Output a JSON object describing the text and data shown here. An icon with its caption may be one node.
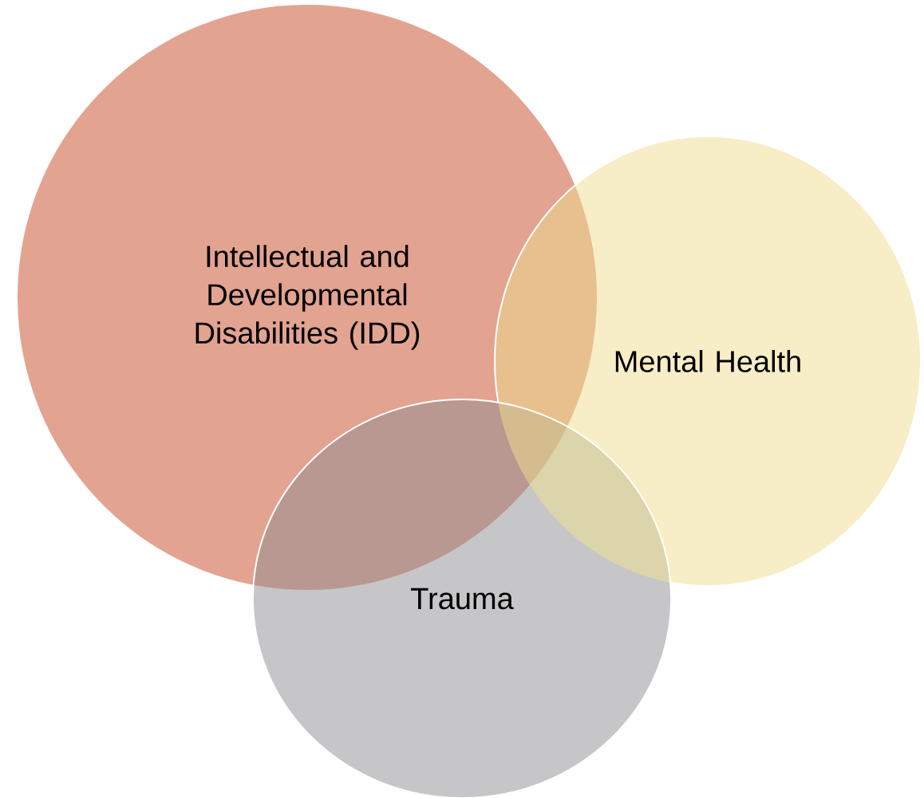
{
  "diagram": {
    "nodes": [
      {
        "text": [
          "Intellectual and Developmental Disabilities (IDD)"
        ]
      },
      {
        "text": [
          "Mental Health"
        ]
      },
      {
        "text": [
          "Trauma"
        ]
      }
    ]
  }
}
